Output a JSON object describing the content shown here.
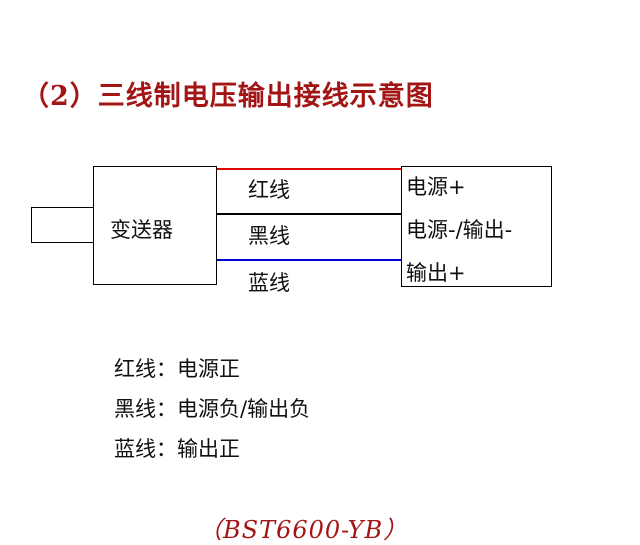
{
  "title": "（2）三线制电压输出接线示意图",
  "diagram": {
    "transmitter_label": "变送器",
    "wires": [
      {
        "label": "红线",
        "color": "#e00000"
      },
      {
        "label": "黑线",
        "color": "#000000"
      },
      {
        "label": "蓝线",
        "color": "#0000d0"
      }
    ],
    "terminals": [
      "电源+",
      "电源-/输出-",
      "输出+"
    ]
  },
  "legend": [
    "红线：电源正",
    "黑线：电源负/输出负",
    "蓝线：输出正"
  ],
  "model": "（BST6600-YB）"
}
